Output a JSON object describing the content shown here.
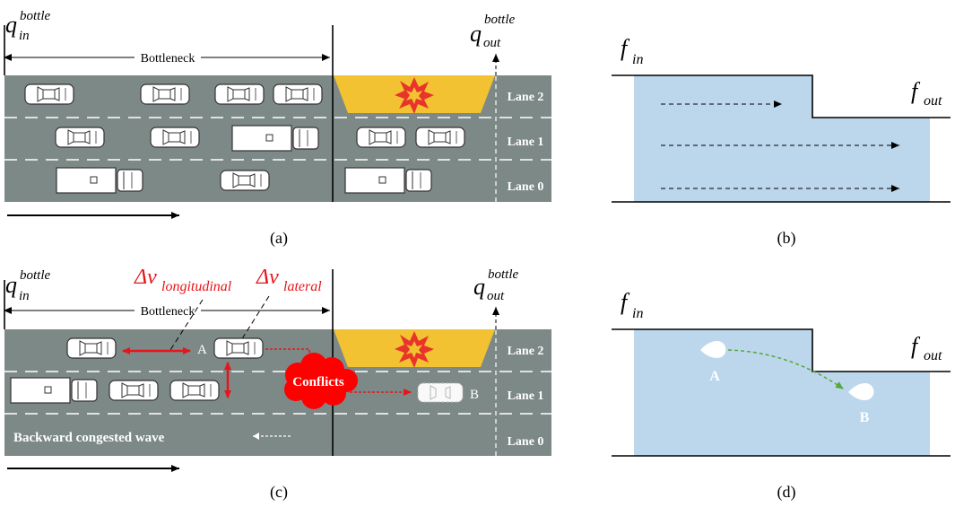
{
  "panels": {
    "a": {
      "caption": "(a)",
      "q_in": {
        "main": "q",
        "sub": "in",
        "sup": "bottle"
      },
      "q_out": {
        "main": "q",
        "sub": "out",
        "sup": "bottle"
      },
      "bottleneck_label": "Bottleneck",
      "lanes": [
        "Lane 2",
        "Lane 1",
        "Lane 0"
      ]
    },
    "b": {
      "caption": "(b)",
      "f_in": {
        "main": "f",
        "sub": "in"
      },
      "f_out": {
        "main": "f",
        "sub": "out"
      }
    },
    "c": {
      "caption": "(c)",
      "q_in": {
        "main": "q",
        "sub": "in",
        "sup": "bottle"
      },
      "q_out": {
        "main": "q",
        "sub": "out",
        "sup": "bottle"
      },
      "bottleneck_label": "Bottleneck",
      "dv_long": {
        "main": "Δv",
        "sub": "longitudinal"
      },
      "dv_lat": {
        "main": "Δv",
        "sub": "lateral"
      },
      "vehicle_a": "A",
      "vehicle_b": "B",
      "conflicts": "Conflicts",
      "wave": "Backward congested wave",
      "lanes": [
        "Lane 2",
        "Lane 1",
        "Lane 0"
      ]
    },
    "d": {
      "caption": "(d)",
      "f_in": {
        "main": "f",
        "sub": "in"
      },
      "f_out": {
        "main": "f",
        "sub": "out"
      },
      "point_a": "A",
      "point_b": "B"
    }
  },
  "colors": {
    "road": "#7d8987",
    "lane_dash": "#ffffff",
    "incident_zone": "#f2c232",
    "explosion": "#e8342a",
    "flow_region": "#bcd6ec",
    "red": "#e8141a",
    "green_path": "#55a83a"
  }
}
